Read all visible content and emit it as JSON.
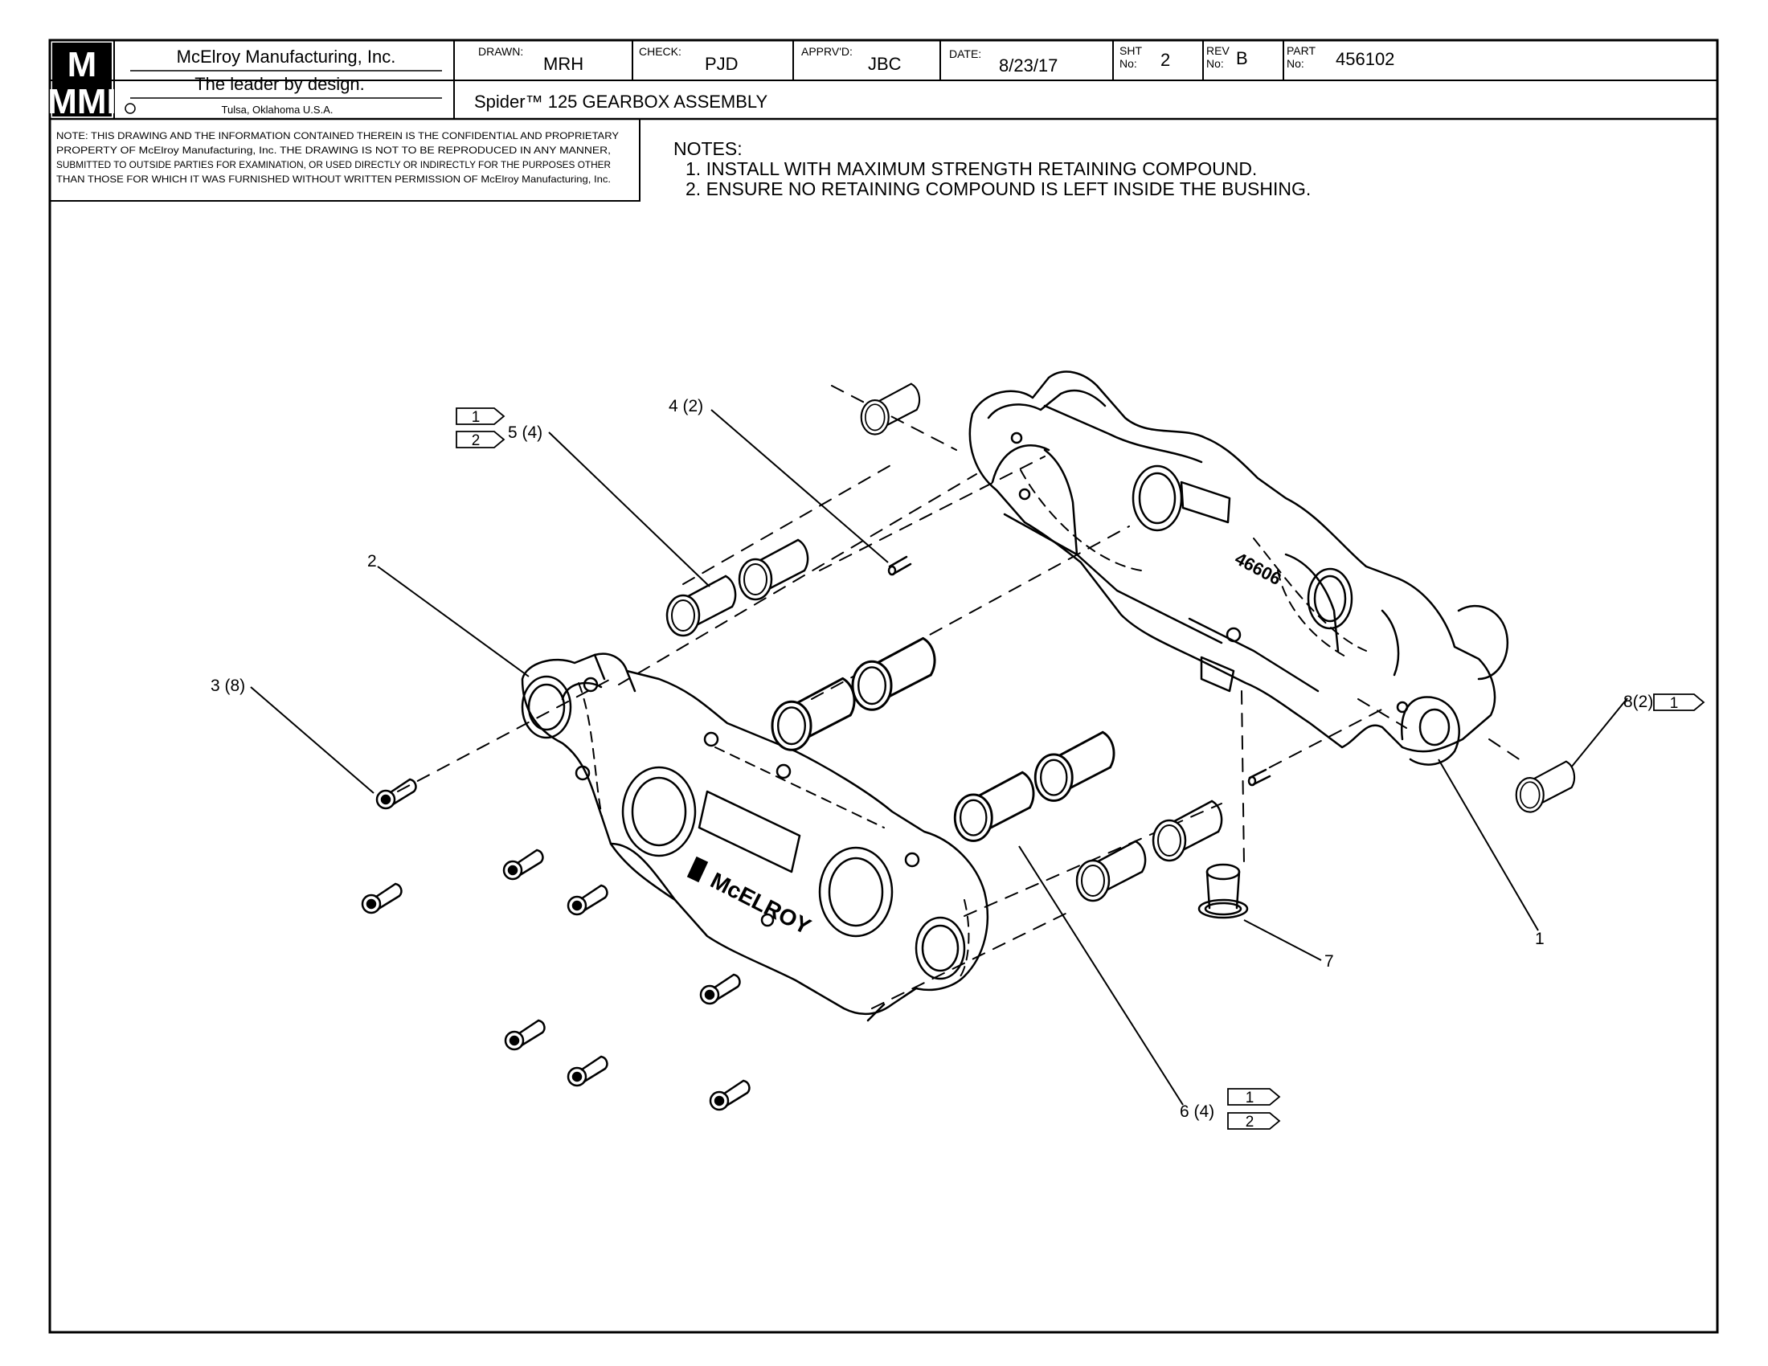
{
  "title_block": {
    "logo": "MMI",
    "company": "McElroy Manufacturing, Inc.",
    "slogan": "The leader by design.",
    "location": "Tulsa, Oklahoma U.S.A.",
    "drawn_label": "DRAWN:",
    "drawn": "MRH",
    "check_label": "CHECK:",
    "check": "PJD",
    "approved_label": "APPRV'D:",
    "approved": "JBC",
    "date_label": "DATE:",
    "date": "8/23/17",
    "sheet_label_1": "SHT",
    "sheet_label_2": "No:",
    "sheet": "2",
    "rev_label_1": "REV",
    "rev_label_2": "No:",
    "rev": "B",
    "part_label_1": "PART",
    "part_label_2": "No:",
    "part": "456102",
    "drawing_title": "Spider™ 125 GEARBOX ASSEMBLY"
  },
  "confidential": [
    "NOTE: THIS DRAWING AND THE INFORMATION CONTAINED THEREIN IS THE CONFIDENTIAL AND PROPRIETARY",
    "PROPERTY OF McElroy Manufacturing, Inc. THE DRAWING IS NOT TO BE REPRODUCED IN ANY MANNER,",
    "SUBMITTED TO OUTSIDE PARTIES FOR EXAMINATION, OR USED DIRECTLY OR INDIRECTLY FOR THE PURPOSES OTHER",
    "THAN THOSE FOR WHICH IT WAS FURNISHED WITHOUT WRITTEN PERMISSION OF McElroy Manufacturing, Inc."
  ],
  "notes": {
    "heading": "NOTES:",
    "items": [
      "1. INSTALL WITH MAXIMUM STRENGTH RETAINING COMPOUND.",
      "2. ENSURE NO RETAINING COMPOUND IS LEFT INSIDE THE BUSHING."
    ]
  },
  "callouts": {
    "c1": "1",
    "c2": "2",
    "c3": "3 (8)",
    "c4": "4 (2)",
    "c5": "5 (4)",
    "c6": "6 (4)",
    "c7": "7",
    "c8": "8(2)"
  },
  "flags": {
    "f5a": "1",
    "f5b": "2",
    "f6a": "1",
    "f6b": "2",
    "f8": "1"
  },
  "part_markings": {
    "cover_brand": "McELROY",
    "housing_number": "46606"
  }
}
